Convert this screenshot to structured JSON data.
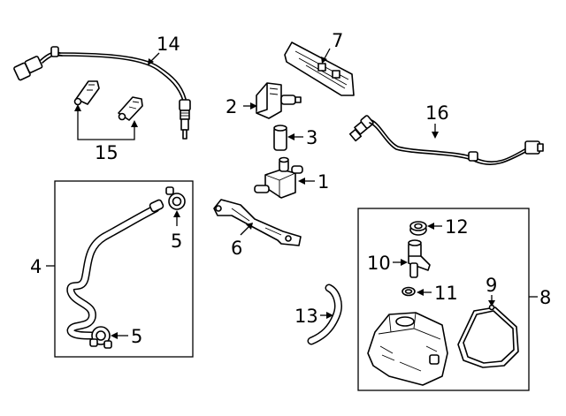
{
  "callouts": {
    "c1": "1",
    "c2": "2",
    "c3": "3",
    "c4": "4",
    "c5a": "5",
    "c5b": "5",
    "c6": "6",
    "c7": "7",
    "c8": "8",
    "c9": "9",
    "c10": "10",
    "c11": "11",
    "c12": "12",
    "c13": "13",
    "c14": "14",
    "c15": "15",
    "c16": "16"
  },
  "parts": {
    "p1": "solenoid-valve-icon",
    "p2": "sensor-icon",
    "p3": "hose-connector-icon",
    "p4": "vacuum-hose-icon",
    "p5": "hose-clamp-icon",
    "p6": "mounting-bracket-icon",
    "p7": "cover-icon",
    "p8": "separator-housing-icon",
    "p9": "gasket-icon",
    "p10": "pcv-valve-icon",
    "p11": "o-ring-icon",
    "p12": "grommet-icon",
    "p13": "breather-hose-icon",
    "p14": "oxygen-sensor-icon",
    "p15": "sensor-bracket-icon",
    "p16": "oxygen-sensor-icon"
  }
}
